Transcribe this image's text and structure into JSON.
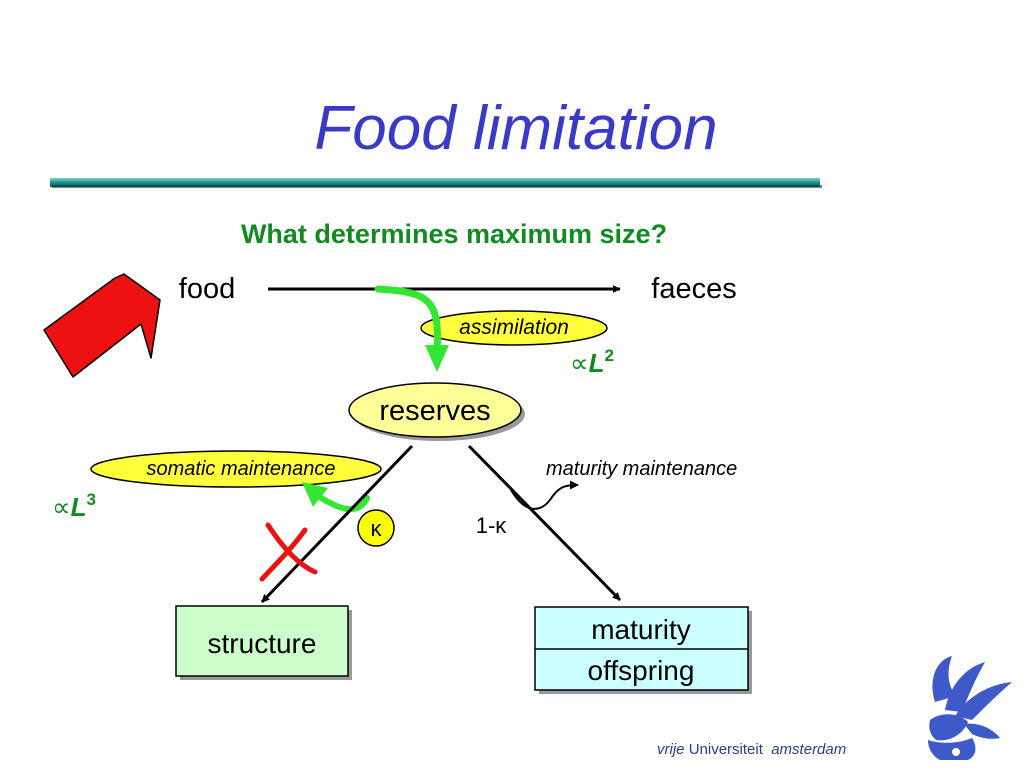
{
  "slide": {
    "title": "Food limitation",
    "question": "What determines maximum size?"
  },
  "diagram": {
    "food": "food",
    "faeces": "faeces",
    "assimilation": "assimilation",
    "assimilation_scaling": {
      "symbol": "∝",
      "var": "L",
      "exp": "2"
    },
    "reserves": "reserves",
    "somatic_maintenance": "somatic maintenance",
    "somatic_scaling": {
      "symbol": "∝",
      "var": "L",
      "exp": "3"
    },
    "maturity_maintenance": "maturity maintenance",
    "kappa": "κ",
    "one_minus_kappa": "1-κ",
    "structure": "structure",
    "maturity": "maturity",
    "offspring": "offspring"
  },
  "branding": {
    "word1": "vrije",
    "word2": "Universiteit",
    "word3": "amsterdam"
  },
  "colors": {
    "title": "#3a3ac8",
    "question": "#118a20",
    "scaling": "#118a20",
    "ellipse_fill": "#ffff3c",
    "reserves_fill": "#ffff99",
    "structure_fill": "#ccffcc",
    "maturity_fill": "#ccffff",
    "green_arrow": "#33e633",
    "red_arrow": "#ee1111",
    "kappa_fill": "#ffff00",
    "logo": "#2a3c94"
  }
}
